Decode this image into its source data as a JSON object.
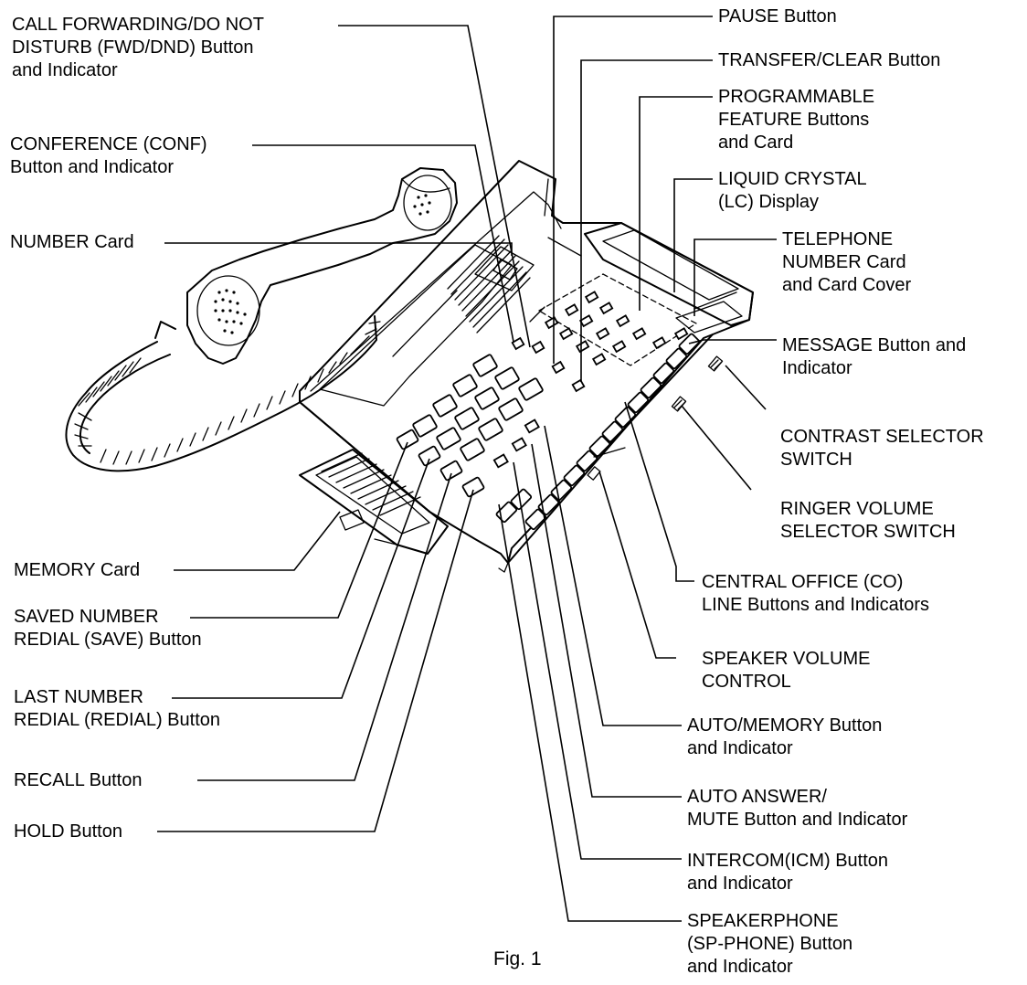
{
  "figure": {
    "caption": "Fig. 1",
    "ink_color": "#000000",
    "background_color": "#ffffff"
  },
  "labels": {
    "fwd_dnd": [
      "CALL FORWARDING/DO NOT",
      "DISTURB (FWD/DND) Button",
      "and Indicator"
    ],
    "conf": [
      "CONFERENCE (CONF)",
      "Button and Indicator"
    ],
    "number_card": [
      "NUMBER Card"
    ],
    "memory_card": [
      "MEMORY  Card"
    ],
    "save": [
      "SAVED NUMBER",
      "REDIAL (SAVE) Button"
    ],
    "redial": [
      "LAST NUMBER",
      "REDIAL (REDIAL) Button"
    ],
    "recall": [
      "RECALL Button"
    ],
    "hold": [
      "HOLD Button"
    ],
    "pause": [
      "PAUSE Button"
    ],
    "transfer": [
      "TRANSFER/CLEAR Button"
    ],
    "prog": [
      "PROGRAMMABLE",
      "FEATURE Buttons",
      "and Card"
    ],
    "lcd": [
      "LIQUID CRYSTAL",
      "(LC) Display"
    ],
    "tel_card": [
      "TELEPHONE",
      "NUMBER Card",
      "and Card Cover"
    ],
    "message": [
      "MESSAGE Button and",
      "Indicator"
    ],
    "contrast": [
      "CONTRAST SELECTOR",
      "SWITCH"
    ],
    "ringer": [
      "RINGER VOLUME",
      "SELECTOR SWITCH"
    ],
    "co_line": [
      "CENTRAL OFFICE (CO)",
      "LINE Buttons and Indicators"
    ],
    "spk_vol": [
      "SPEAKER VOLUME",
      "CONTROL"
    ],
    "auto_mem": [
      "AUTO/MEMORY Button",
      "and Indicator"
    ],
    "auto_ans": [
      "AUTO ANSWER/",
      "MUTE Button and Indicator"
    ],
    "icm": [
      "INTERCOM(ICM) Button",
      "and Indicator"
    ],
    "sp_phone": [
      "SPEAKERPHONE",
      "(SP-PHONE) Button",
      "and Indicator"
    ]
  }
}
